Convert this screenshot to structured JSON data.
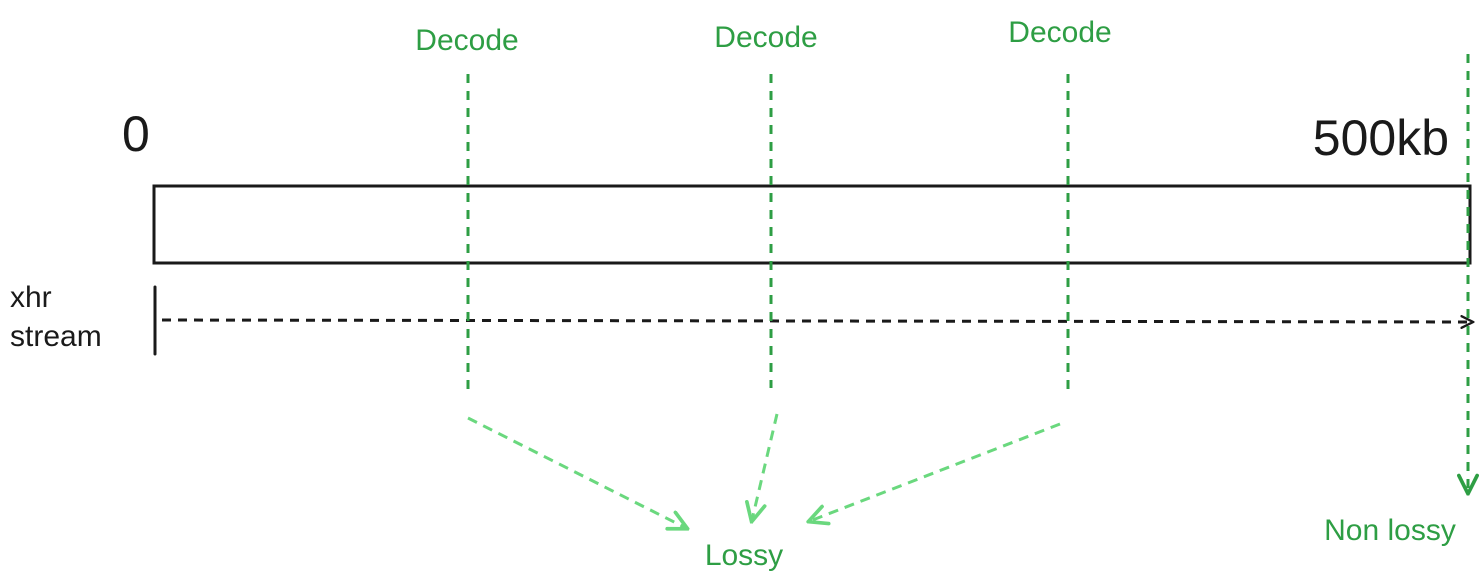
{
  "diagram": {
    "scale": {
      "start": "0",
      "end": "500kb"
    },
    "stream": {
      "line1": "xhr",
      "line2": "stream"
    },
    "decode_points": [
      {
        "label": "Decode"
      },
      {
        "label": "Decode"
      },
      {
        "label": "Decode"
      }
    ],
    "outcomes": {
      "lossy": "Lossy",
      "non_lossy": "Non lossy"
    },
    "colors": {
      "ink": "#1a1a1a",
      "decode_green": "#2e9e44",
      "arrow_green": "#6ad87e"
    }
  }
}
